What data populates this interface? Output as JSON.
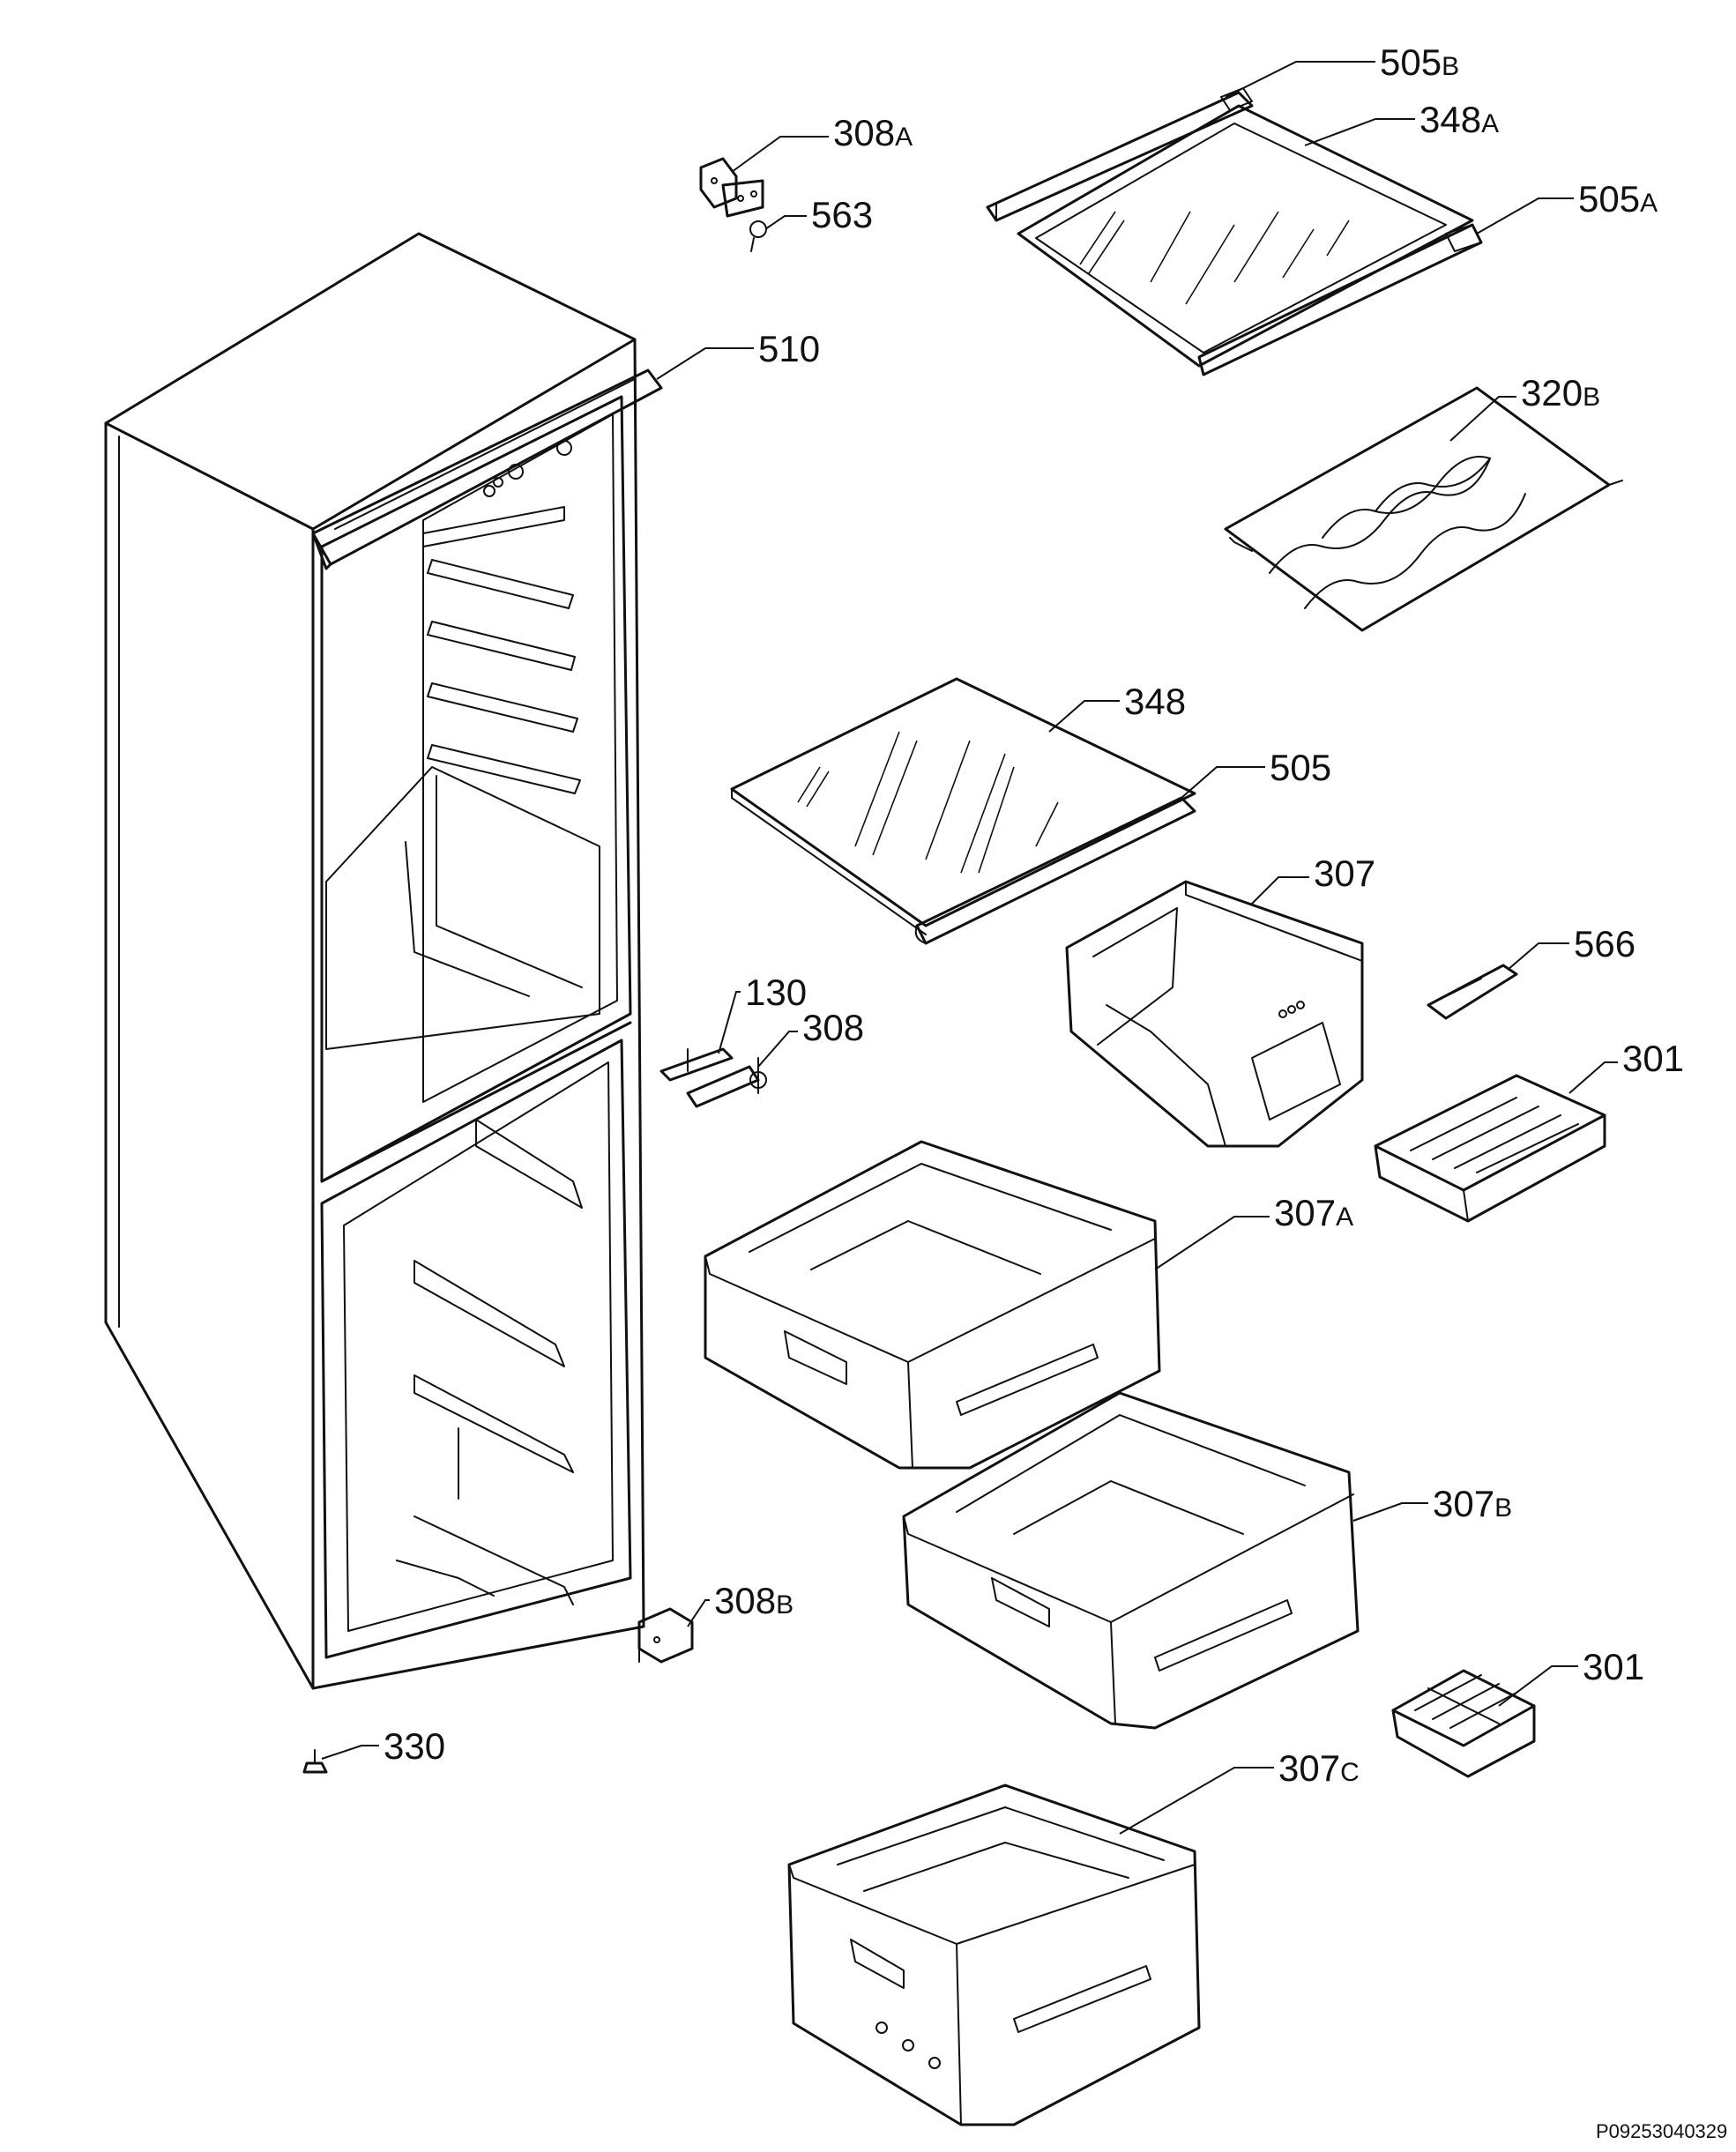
{
  "labels": {
    "l_505B": {
      "num": "505",
      "sub": "B"
    },
    "l_348A": {
      "num": "348",
      "sub": "A"
    },
    "l_505A": {
      "num": "505",
      "sub": "A"
    },
    "l_308A": {
      "num": "308",
      "sub": "A"
    },
    "l_563": {
      "num": "563",
      "sub": ""
    },
    "l_510": {
      "num": "510",
      "sub": ""
    },
    "l_320B": {
      "num": "320",
      "sub": "B"
    },
    "l_348": {
      "num": "348",
      "sub": ""
    },
    "l_505": {
      "num": "505",
      "sub": ""
    },
    "l_307": {
      "num": "307",
      "sub": ""
    },
    "l_566": {
      "num": "566",
      "sub": ""
    },
    "l_130": {
      "num": "130",
      "sub": ""
    },
    "l_308": {
      "num": "308",
      "sub": ""
    },
    "l_301a": {
      "num": "301",
      "sub": ""
    },
    "l_307A": {
      "num": "307",
      "sub": "A"
    },
    "l_307B": {
      "num": "307",
      "sub": "B"
    },
    "l_308B": {
      "num": "308",
      "sub": "B"
    },
    "l_301b": {
      "num": "301",
      "sub": ""
    },
    "l_330": {
      "num": "330",
      "sub": ""
    },
    "l_307C": {
      "num": "307",
      "sub": "C"
    }
  },
  "drawing_id": "P09253040329"
}
